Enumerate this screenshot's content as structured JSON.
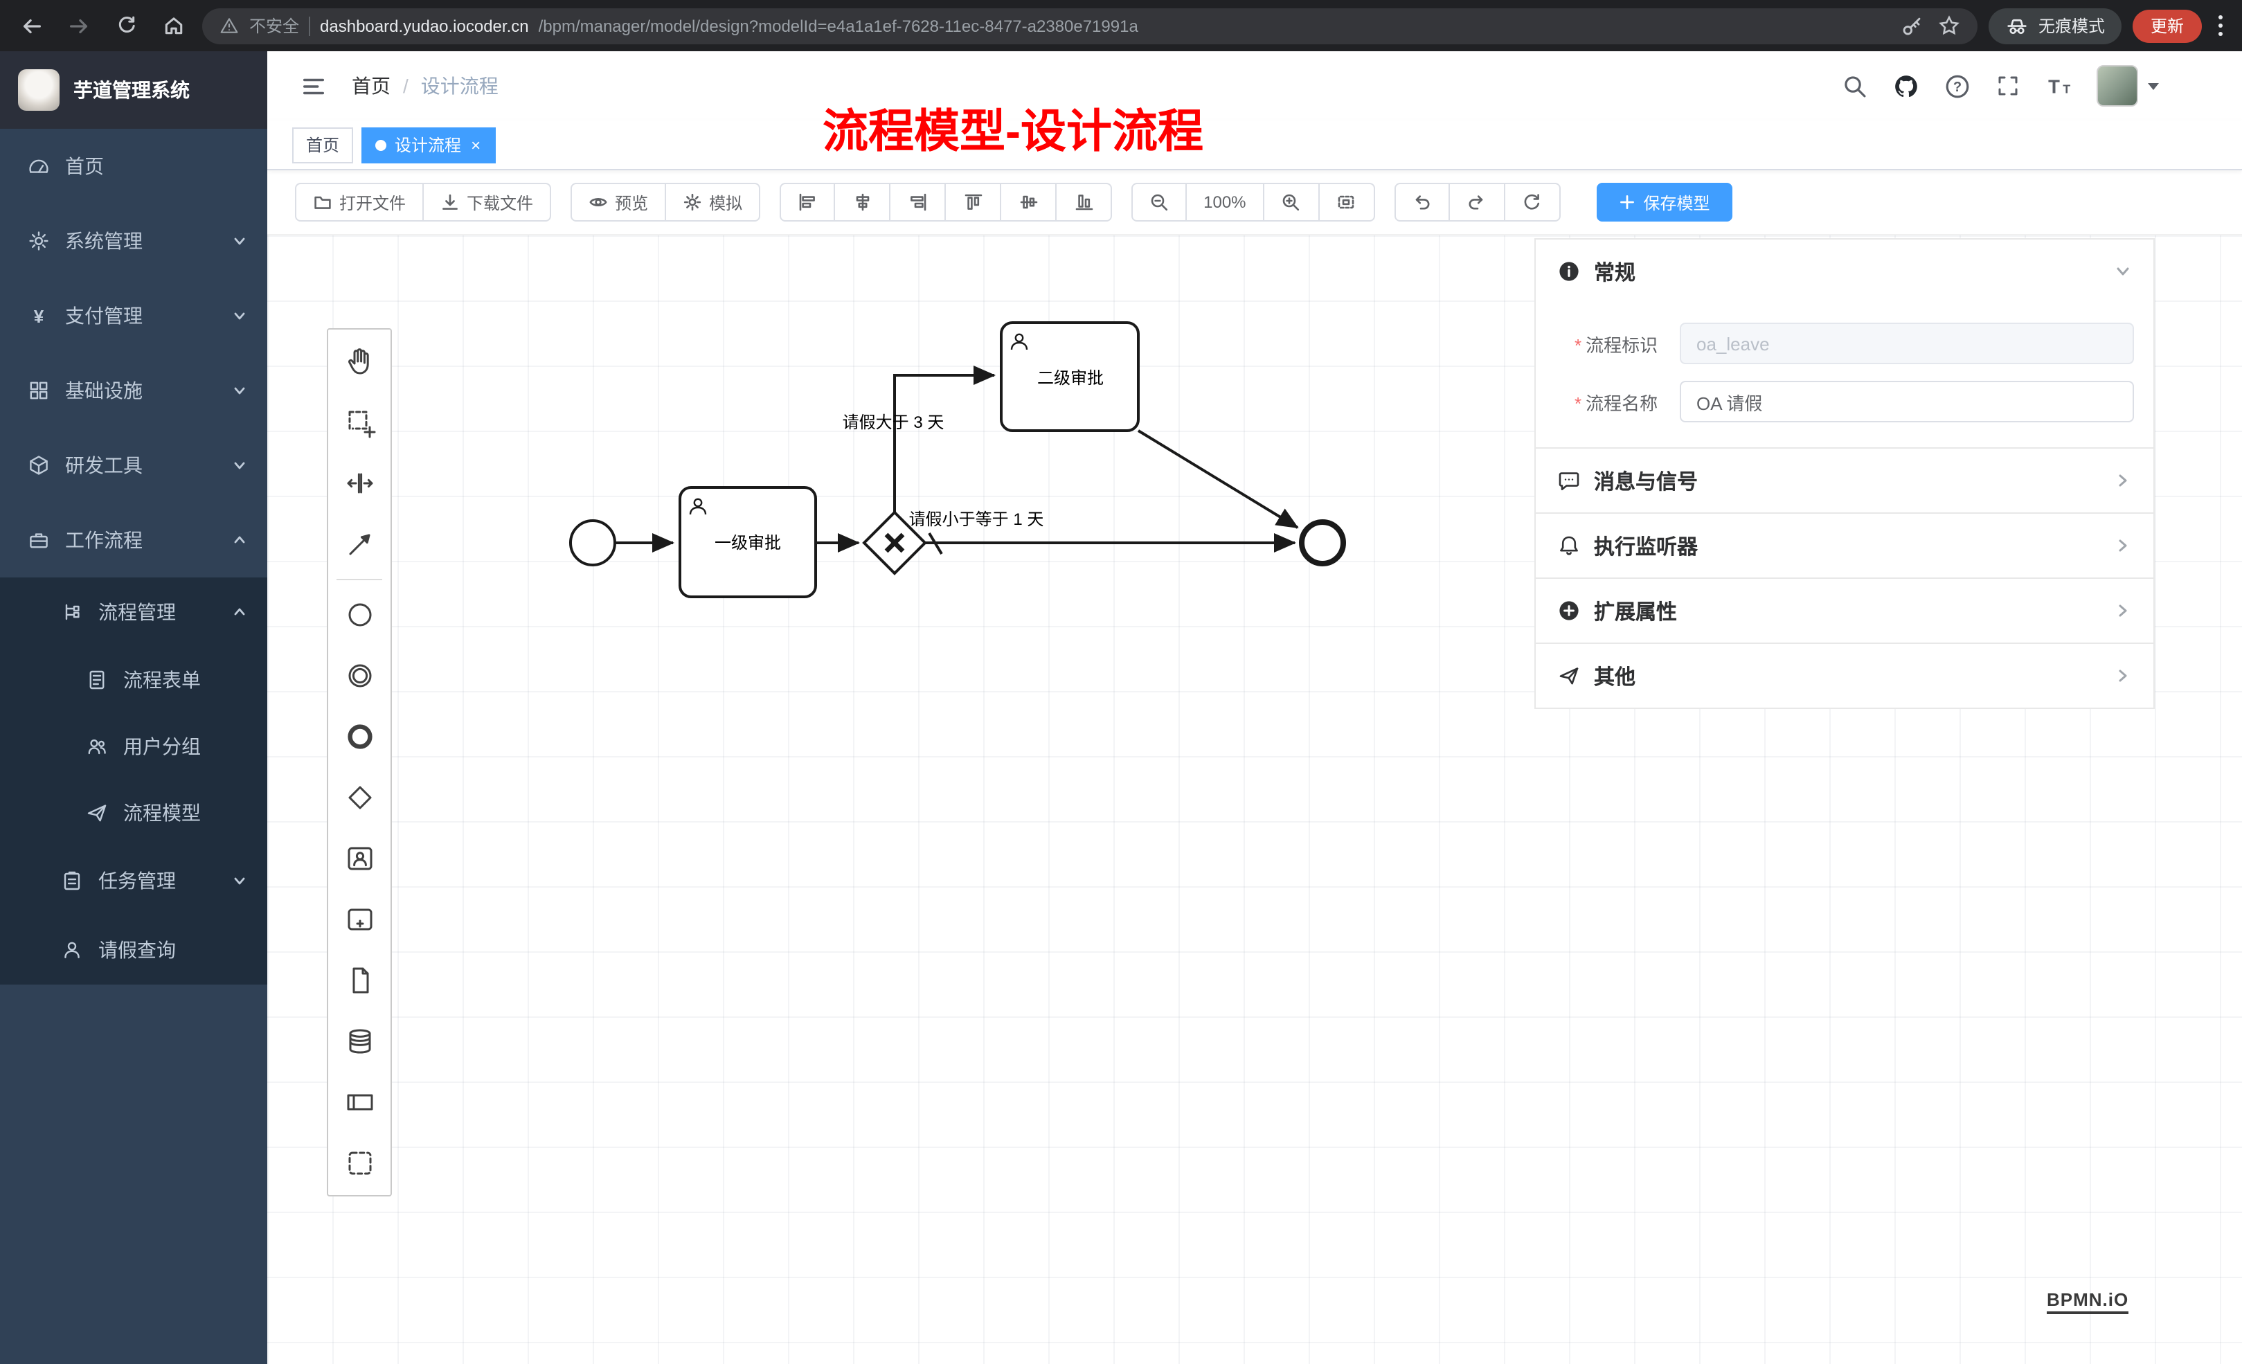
{
  "browser": {
    "security_label": "不安全",
    "url_host": "dashboard.yudao.iocoder.cn",
    "url_path": "/bpm/manager/model/design?modelId=e4a1a1ef-7628-11ec-8477-a2380e71991a",
    "incognito_label": "无痕模式",
    "update_label": "更新"
  },
  "sidebar": {
    "app_title": "芋道管理系统",
    "items": [
      {
        "label": "首页"
      },
      {
        "label": "系统管理"
      },
      {
        "label": "支付管理"
      },
      {
        "label": "基础设施"
      },
      {
        "label": "研发工具"
      },
      {
        "label": "工作流程"
      },
      {
        "label": "流程管理"
      },
      {
        "label": "流程表单"
      },
      {
        "label": "用户分组"
      },
      {
        "label": "流程模型"
      },
      {
        "label": "任务管理"
      },
      {
        "label": "请假查询"
      }
    ]
  },
  "header": {
    "breadcrumb_home": "首页",
    "breadcrumb_sep": "/",
    "breadcrumb_current": "设计流程"
  },
  "tabs": {
    "home": "首页",
    "current": "设计流程",
    "close": "×"
  },
  "annotation": {
    "text": "流程模型-设计流程",
    "color": "#ff0000"
  },
  "toolbar": {
    "open": "打开文件",
    "download": "下载文件",
    "preview": "预览",
    "simulate": "模拟",
    "zoom_level": "100%",
    "save": "保存模型"
  },
  "panel": {
    "sections": {
      "general": "常规",
      "message": "消息与信号",
      "listeners": "执行监听器",
      "extensions": "扩展属性",
      "other": "其他"
    },
    "fields": {
      "process_key_label": "流程标识",
      "process_key_value": "oa_leave",
      "process_name_label": "流程名称",
      "process_name_value": "OA 请假"
    }
  },
  "diagram": {
    "task1": "一级审批",
    "task2": "二级审批",
    "cond_gt": "请假大于 3 天",
    "cond_lte": "请假小于等于 1 天"
  },
  "watermark": "BPMN.iO",
  "colors": {
    "accent": "#409eff",
    "danger": "#f56c6c",
    "sidebar_bg": "#304156",
    "submenu_bg": "#1f2d3d",
    "annotation": "#ff0000"
  }
}
